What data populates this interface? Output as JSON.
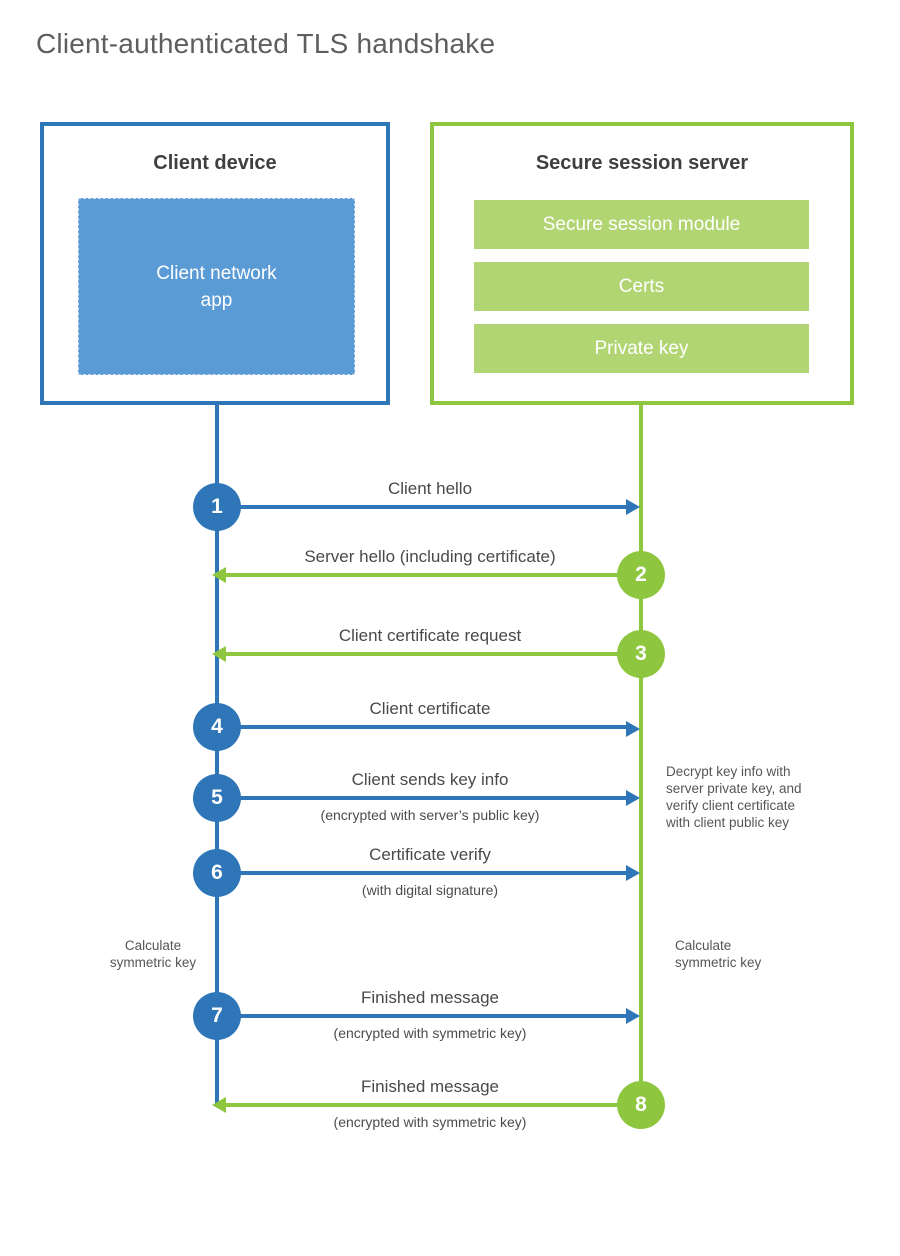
{
  "title": "Client-authenticated TLS handshake",
  "colors": {
    "blue": "#2e76b8",
    "blue_fill": "#5b9bd5",
    "green": "#8fc63f",
    "green_fill": "#b2d573"
  },
  "client": {
    "title": "Client device",
    "app_label": "Client network\napp"
  },
  "server": {
    "title": "Secure session server",
    "modules": [
      "Secure session module",
      "Certs",
      "Private key"
    ]
  },
  "steps": [
    {
      "num": "1",
      "label": "Client hello",
      "sub": "",
      "direction": "right",
      "color": "blue"
    },
    {
      "num": "2",
      "label": "Server hello (including certificate)",
      "sub": "",
      "direction": "left",
      "color": "green"
    },
    {
      "num": "3",
      "label": "Client certificate request",
      "sub": "",
      "direction": "left",
      "color": "green"
    },
    {
      "num": "4",
      "label": "Client certificate",
      "sub": "",
      "direction": "right",
      "color": "blue"
    },
    {
      "num": "5",
      "label": "Client sends key info",
      "sub": "(encrypted with server’s public key)",
      "direction": "right",
      "color": "blue"
    },
    {
      "num": "6",
      "label": "Certificate verify",
      "sub": "(with digital signature)",
      "direction": "right",
      "color": "blue"
    },
    {
      "num": "7",
      "label": "Finished message",
      "sub": "(encrypted with symmetric key)",
      "direction": "right",
      "color": "blue"
    },
    {
      "num": "8",
      "label": "Finished message",
      "sub": "(encrypted with symmetric key)",
      "direction": "left",
      "color": "green"
    }
  ],
  "notes": {
    "decrypt": "Decrypt key info with\nserver private key, and\nverify client certificate\nwith client public key",
    "calc_left": "Calculate\nsymmetric key",
    "calc_right": "Calculate\nsymmetric key"
  }
}
